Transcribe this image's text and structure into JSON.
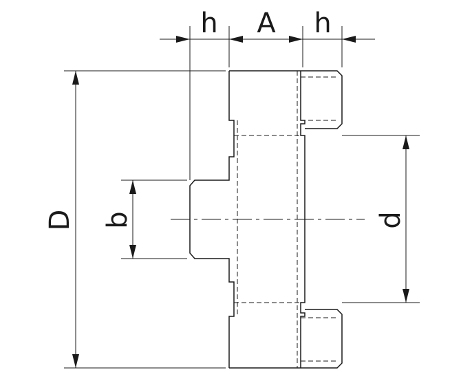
{
  "diagram": {
    "labels": {
      "h_left": "h",
      "a": "A",
      "h_right": "h",
      "d_outer": "D",
      "b": "b",
      "d_bore": "d"
    },
    "colors": {
      "line": "#1a1a1a",
      "background": "#ffffff"
    }
  }
}
